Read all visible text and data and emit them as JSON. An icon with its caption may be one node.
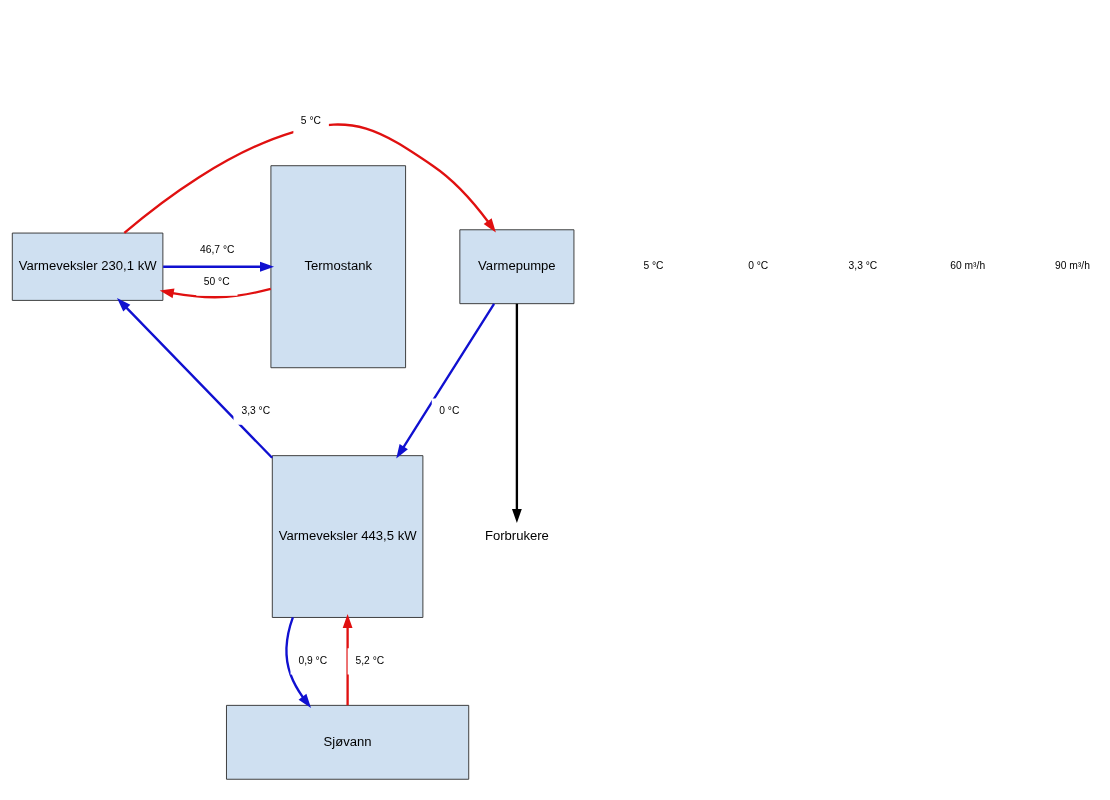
{
  "diagram": {
    "nodes": [
      {
        "text": [
          "Varmepumpe"
        ]
      },
      {
        "text": [
          "Varmeveksler 230,1 kW"
        ]
      },
      {
        "text": [
          "Termostank"
        ]
      },
      {
        "text": [
          "Forbrukere"
        ]
      },
      {
        "text": [
          "Varmeveksler 443,5 kW"
        ]
      },
      {
        "text": [
          "Sjøvann"
        ]
      }
    ],
    "edges": [
      {
        "from": 1,
        "to": 0,
        "arrow": "to",
        "label": "5 °C",
        "color": "#e01010"
      },
      {
        "from": 0,
        "to": 4,
        "arrow": "to",
        "label": "0 °C",
        "color": "#1010d0"
      },
      {
        "from": 4,
        "to": 1,
        "arrow": "to",
        "label": "3,3 °C",
        "color": "#1010d0"
      },
      {
        "from": 1,
        "to": 2,
        "arrow": "to",
        "label": "46,7 °C",
        "color": "#1010d0"
      },
      {
        "from": 2,
        "to": 1,
        "arrow": "to",
        "label": "50 °C",
        "color": "#e01010"
      },
      {
        "from": 0,
        "to": 3,
        "arrow": "to",
        "color": "#000000"
      },
      {
        "from": 5,
        "to": 4,
        "arrow": "to",
        "label": "5,2 °C",
        "color": "#e01010"
      },
      {
        "from": 4,
        "to": 5,
        "arrow": "to",
        "label": "0,9 °C",
        "color": "#1010d0"
      }
    ],
    "labels": [
      "5 °C",
      "0 °C",
      "3,3 °C",
      "60 m³/h",
      "90 m³/h"
    ]
  }
}
